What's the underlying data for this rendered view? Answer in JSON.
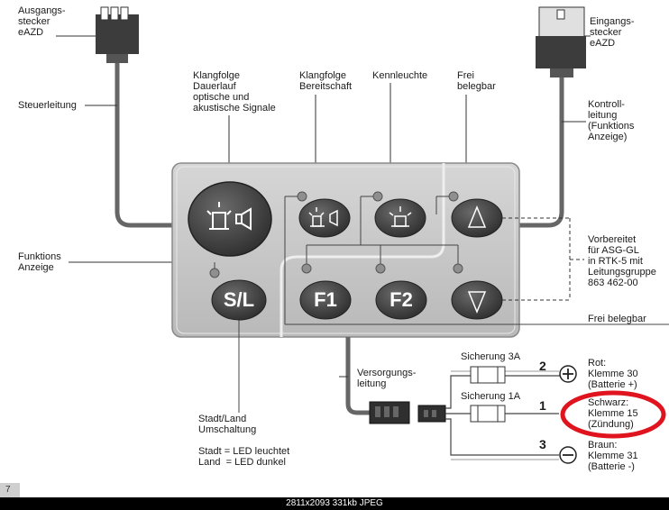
{
  "labels": {
    "output_plug": "Ausgangs-\nstecker\neAZD",
    "input_plug": "Eingangs-\nstecker\neAZD",
    "control_line": "Steuerleitung",
    "check_line": "Kontroll-\nleitung\n(Funktions\nAnzeige)",
    "sound_sequence": "Klangfolge\nDauerlauf\noptische und\nakustische Signale",
    "sound_standby": "Klangfolge\nBereitschaft",
    "beacon": "Kennleuchte",
    "free_top": "Frei\nbelegbar",
    "function_display": "Funktions\nAnzeige",
    "prepared": "Vorbereitet\nfür ASG-GL\nin RTK-5 mit\nLeitungsgruppe\n863 462-00",
    "free_bottom": "Frei belegbar",
    "supply_line": "Versorgungs-\nleitung",
    "fuse_3a": "Sicherung 3A",
    "fuse_1a": "Sicherung 1A",
    "red": "Rot:\nKlemme 30\n(Batterie +)",
    "black": "Schwarz:\nKlemme 15\n(Zündung)",
    "brown": "Braun:\nKlemme 31\n(Batterie -)",
    "city_country": "Stadt/Land\nUmschaltung",
    "led_legend": "Stadt = LED leuchtet\nLand  = LED dunkel",
    "wire_2": "2",
    "wire_1": "1",
    "wire_3": "3"
  },
  "buttons": {
    "sl": "S/L",
    "f1": "F1",
    "f2": "F2"
  },
  "corner_label": "7",
  "status_bar": "2811x2093  331kb  JPEG",
  "colors": {
    "panel": "#c4c4c4",
    "button": "#4a4a4a",
    "highlight": "#e0141e",
    "wire": "#555555"
  }
}
